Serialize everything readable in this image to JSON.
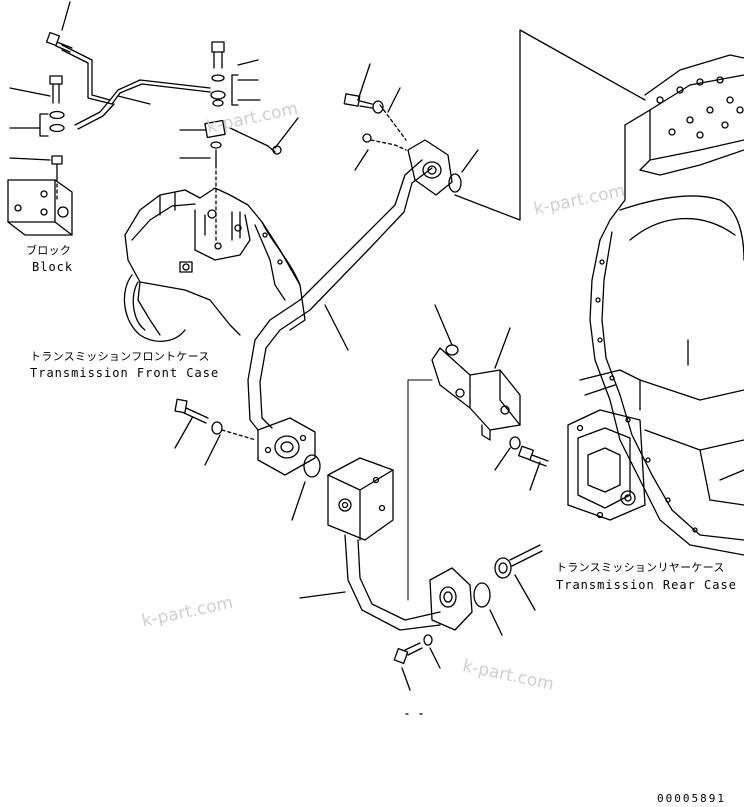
{
  "labels": {
    "block_jp": "ブロック",
    "block_en": "Block",
    "front_case_jp": "トランスミッションフロントケース",
    "front_case_en": "Transmission Front Case",
    "rear_case_jp": "トランスミッションリヤーケース",
    "rear_case_en": "Transmission Rear Case"
  },
  "watermark": "k-part.com",
  "figure_code": "00005891",
  "colors": {
    "line": "#000000",
    "watermark": "#cfcfcf",
    "background": "#ffffff"
  }
}
